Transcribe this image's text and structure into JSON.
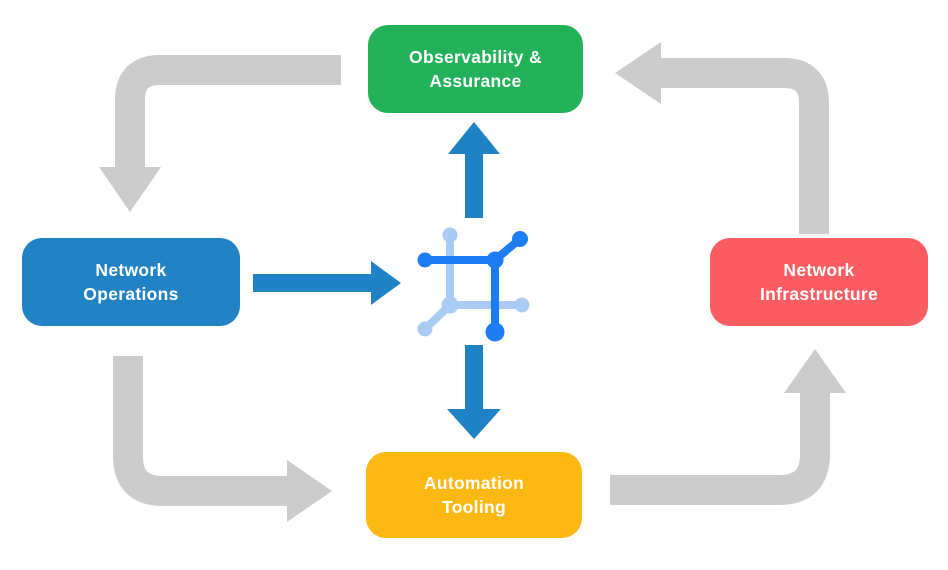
{
  "diagram": {
    "nodes": [
      {
        "id": "observability-assurance",
        "label": "Observability &\nAssurance",
        "color": "#23B15A"
      },
      {
        "id": "network-operations",
        "label": "Network\nOperations",
        "color": "#2183C5"
      },
      {
        "id": "network-infrastructure",
        "label": "Network\nInfrastructure",
        "color": "#FB5D62"
      },
      {
        "id": "automation-tooling",
        "label": "Automation\nTooling",
        "color": "#FDB813"
      }
    ],
    "center_icon": "network-mesh-icon",
    "colors": {
      "cycle_arrows": "#CCCCCC",
      "flow_arrows": "#1F82C5",
      "icon_primary_blue": "#1E7DF2",
      "icon_light_blue": "#A9CBF4",
      "label_text": "#FFFFFF",
      "background": "#FFFFFF"
    },
    "flows": [
      {
        "from": "observability-assurance",
        "to": "network-operations",
        "style": "gray-elbow"
      },
      {
        "from": "network-operations",
        "to": "automation-tooling",
        "style": "gray-elbow"
      },
      {
        "from": "automation-tooling",
        "to": "network-infrastructure",
        "style": "gray-elbow"
      },
      {
        "from": "network-infrastructure",
        "to": "observability-assurance",
        "style": "gray-elbow"
      },
      {
        "from": "network-operations",
        "to": "center-icon",
        "style": "blue-straight"
      },
      {
        "from": "center-icon",
        "to": "observability-assurance",
        "style": "blue-straight"
      },
      {
        "from": "center-icon",
        "to": "automation-tooling",
        "style": "blue-straight"
      }
    ]
  }
}
